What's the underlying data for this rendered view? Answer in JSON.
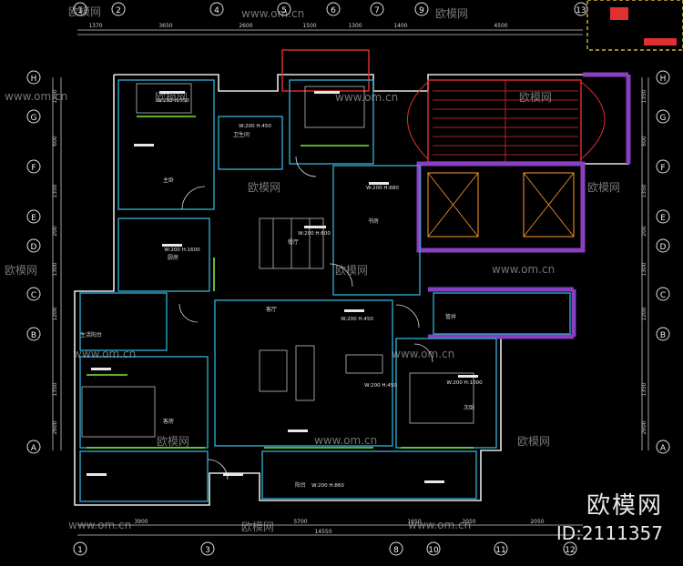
{
  "grid_top": [
    "1",
    "2",
    "4",
    "5",
    "6",
    "7",
    "9",
    "13"
  ],
  "grid_bottom": [
    "1",
    "3",
    "8",
    "10",
    "11",
    "12"
  ],
  "grid_left": [
    "H",
    "G",
    "F",
    "E",
    "D",
    "C",
    "B",
    "A"
  ],
  "dims_top": [
    "1370",
    "3650",
    "2600",
    "1500",
    "1300",
    "1400",
    "4500"
  ],
  "dims_bottom": [
    "3900",
    "5700",
    "1650",
    "2050",
    "2050"
  ],
  "dim_total_bottom": "14550",
  "dims_left": [
    "1350",
    "600",
    "1350",
    "200",
    "1300",
    "1200",
    "1350",
    "2600"
  ],
  "dims_right": [
    "1350",
    "600",
    "1350",
    "200",
    "1300",
    "1200",
    "1350",
    "2600"
  ],
  "room_labels": [
    "主卧",
    "卫生间",
    "厨房",
    "餐厅",
    "客厅",
    "书房",
    "次卧",
    "客房",
    "阳台",
    "生活阳台",
    "管井"
  ],
  "room_tags": {
    "master": "W:200 H:550",
    "bath": "W:200 H:450",
    "kitchen": "W:200 H:1600",
    "dining": "W:200 H:600",
    "living": "W:200 H:450",
    "study": "W:200 H:680",
    "second": "W:200 H:450",
    "guest": "W:200 H:1000",
    "balcony": "W:200 H:860"
  },
  "watermarks": [
    "欧模网",
    "www.om.cn"
  ],
  "brand": "欧模网",
  "id_text": "ID:2111357"
}
